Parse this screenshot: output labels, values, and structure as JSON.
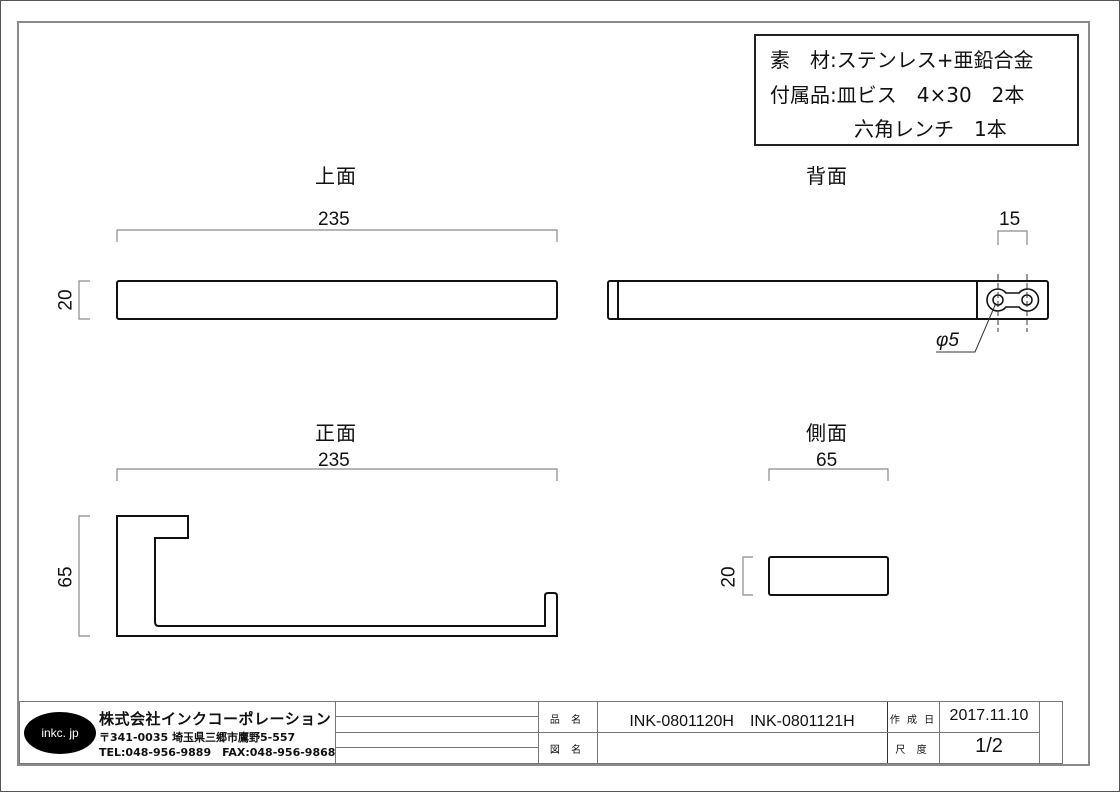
{
  "spec": {
    "material_label": "素　材:",
    "material_value": "ステンレス+亜鉛合金",
    "accessories_label": "付属品:",
    "accessory_1": "皿ビス　4×30　2本",
    "accessory_2": "六角レンチ　1本"
  },
  "views": {
    "top": {
      "title": "上面",
      "width_dim": "235",
      "height_dim": "20"
    },
    "back": {
      "title": "背面",
      "hole_pitch_dim": "15",
      "hole_dia_dim": "φ5"
    },
    "front": {
      "title": "正面",
      "width_dim": "235",
      "height_dim": "65"
    },
    "side": {
      "title": "側面",
      "width_dim": "65",
      "height_dim": "20"
    }
  },
  "title_block": {
    "logo_text": "inkc. jp",
    "company_name": "株式会社インクコーポレーション",
    "address": "〒341-0035 埼玉県三郷市鷹野5-557",
    "contact": "TEL:048-956-9889　FAX:048-956-9868",
    "product_name_label": "品 名",
    "product_name_value": "INK-0801120H　INK-0801121H",
    "drawing_name_label": "図 名",
    "drawing_name_value": "",
    "created_label": "作 成 日",
    "created_value": "2017.11.10",
    "scale_label": "尺 度",
    "scale_value": "1/2"
  }
}
